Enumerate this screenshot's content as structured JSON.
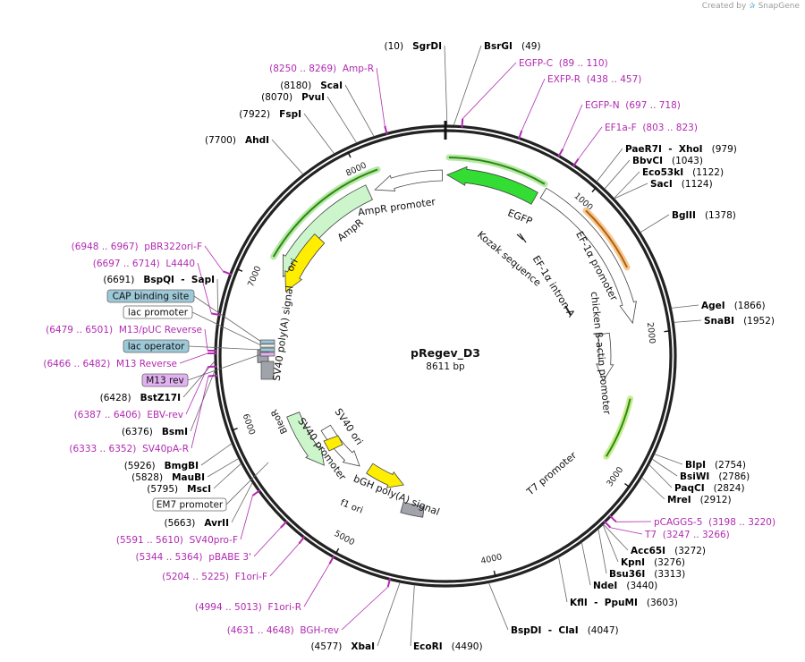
{
  "brand": {
    "created_by": "Created by",
    "app": "SnapGene"
  },
  "plasmid": {
    "name": "pRegev_D3",
    "length_label": "8611 bp",
    "length": 8611
  },
  "ticks": [
    "1000",
    "2000",
    "3000",
    "4000",
    "5000",
    "6000",
    "7000",
    "8000"
  ],
  "colors": {
    "primer": "#b02ab0",
    "site": "#000000",
    "egfp": "#33dd33",
    "green_light": "#ccf5cc",
    "yellow": "#ffee00",
    "orange": "#f0a040",
    "gray": "#a0a4aa",
    "box_blue": "#9cc8d8",
    "box_purple": "#e2b2f0"
  },
  "sites": [
    {
      "name": "SgrDI",
      "pos": "(10)",
      "side": "right"
    },
    {
      "name": "BsrGI",
      "pos": "(49)",
      "side": "left"
    },
    {
      "name": "ScaI",
      "pos": "(8180)",
      "side": "right"
    },
    {
      "name": "PvuI",
      "pos": "(8070)",
      "side": "right"
    },
    {
      "name": "FspI",
      "pos": "(7922)",
      "side": "right"
    },
    {
      "name": "AhdI",
      "pos": "(7700)",
      "side": "right"
    },
    {
      "name": "PaeR7I  -  XhoI",
      "pos": "(979)",
      "side": "left"
    },
    {
      "name": "BbvCI",
      "pos": "(1043)",
      "side": "left"
    },
    {
      "name": "Eco53kI",
      "pos": "(1122)",
      "side": "left"
    },
    {
      "name": "SacI",
      "pos": "(1124)",
      "side": "left"
    },
    {
      "name": "BglII",
      "pos": "(1378)",
      "side": "left"
    },
    {
      "name": "AgeI",
      "pos": "(1866)",
      "side": "left"
    },
    {
      "name": "SnaBI",
      "pos": "(1952)",
      "side": "left"
    },
    {
      "name": "BspQI  -  SapI",
      "pos": "(6691)",
      "side": "right"
    },
    {
      "name": "BstZ17I",
      "pos": "(6428)",
      "side": "right"
    },
    {
      "name": "BsmI",
      "pos": "(6376)",
      "side": "right"
    },
    {
      "name": "BmgBI",
      "pos": "(5926)",
      "side": "right"
    },
    {
      "name": "MauBI",
      "pos": "(5828)",
      "side": "right"
    },
    {
      "name": "MscI",
      "pos": "(5795)",
      "side": "right"
    },
    {
      "name": "AvrII",
      "pos": "(5663)",
      "side": "right"
    },
    {
      "name": "BlpI",
      "pos": "(2754)",
      "side": "left"
    },
    {
      "name": "BsiWI",
      "pos": "(2786)",
      "side": "left"
    },
    {
      "name": "PaqCI",
      "pos": "(2824)",
      "side": "left"
    },
    {
      "name": "MreI",
      "pos": "(2912)",
      "side": "left"
    },
    {
      "name": "Acc65I",
      "pos": "(3272)",
      "side": "left"
    },
    {
      "name": "KpnI",
      "pos": "(3276)",
      "side": "left"
    },
    {
      "name": "Bsu36I",
      "pos": "(3313)",
      "side": "left"
    },
    {
      "name": "NdeI",
      "pos": "(3440)",
      "side": "left"
    },
    {
      "name": "KflI  -  PpuMI",
      "pos": "(3603)",
      "side": "left"
    },
    {
      "name": "BspDI  -  ClaI",
      "pos": "(4047)",
      "side": "left"
    },
    {
      "name": "EcoRI",
      "pos": "(4490)",
      "side": "left"
    },
    {
      "name": "XbaI",
      "pos": "(4577)",
      "side": "right"
    }
  ],
  "primers": [
    {
      "name": "Amp-R",
      "range": "(8250 .. 8269)",
      "side": "right"
    },
    {
      "name": "EGFP-C",
      "range": "(89 .. 110)",
      "side": "left"
    },
    {
      "name": "EXFP-R",
      "range": "(438 .. 457)",
      "side": "left"
    },
    {
      "name": "EGFP-N",
      "range": "(697 .. 718)",
      "side": "left"
    },
    {
      "name": "EF1a-F",
      "range": "(803 .. 823)",
      "side": "left"
    },
    {
      "name": "pBR322ori-F",
      "range": "(6948 .. 6967)",
      "side": "right"
    },
    {
      "name": "L4440",
      "range": "(6697 .. 6714)",
      "side": "right"
    },
    {
      "name": "M13/pUC Reverse",
      "range": "(6479 .. 6501)",
      "side": "right"
    },
    {
      "name": "M13 Reverse",
      "range": "(6466 .. 6482)",
      "side": "right"
    },
    {
      "name": "EBV-rev",
      "range": "(6387 .. 6406)",
      "side": "right"
    },
    {
      "name": "SV40pA-R",
      "range": "(6333 .. 6352)",
      "side": "right"
    },
    {
      "name": "SV40pro-F",
      "range": "(5591 .. 5610)",
      "side": "right"
    },
    {
      "name": "pBABE 3'",
      "range": "(5344 .. 5364)",
      "side": "right"
    },
    {
      "name": "F1ori-F",
      "range": "(5204 .. 5225)",
      "side": "right"
    },
    {
      "name": "F1ori-R",
      "range": "(4994 .. 5013)",
      "side": "right"
    },
    {
      "name": "BGH-rev",
      "range": "(4631 .. 4648)",
      "side": "right"
    },
    {
      "name": "pCAGGS-5",
      "range": "(3198 .. 3220)",
      "side": "left"
    },
    {
      "name": "T7",
      "range": "(3247 .. 3266)",
      "side": "left"
    }
  ],
  "boxed_features": [
    {
      "name": "CAP binding site",
      "style": "blue"
    },
    {
      "name": "lac promoter",
      "style": "white"
    },
    {
      "name": "lac operator",
      "style": "blue"
    },
    {
      "name": "M13 rev",
      "style": "purple"
    },
    {
      "name": "EM7 promoter",
      "style": "white"
    }
  ],
  "features": [
    {
      "name": "AmpR promoter"
    },
    {
      "name": "AmpR"
    },
    {
      "name": "EGFP"
    },
    {
      "name": "Kozak sequence"
    },
    {
      "name": "EF-1α intron A"
    },
    {
      "name": "EF-1α promoter"
    },
    {
      "name": "chicken β-actin promoter"
    },
    {
      "name": "ori"
    },
    {
      "name": "SV40 poly(A) signal"
    },
    {
      "name": "BleoR"
    },
    {
      "name": "SV40 promoter"
    },
    {
      "name": "SV40 ori"
    },
    {
      "name": "bGH poly(A) signal"
    },
    {
      "name": "f1 ori"
    },
    {
      "name": "T7 promoter"
    }
  ]
}
